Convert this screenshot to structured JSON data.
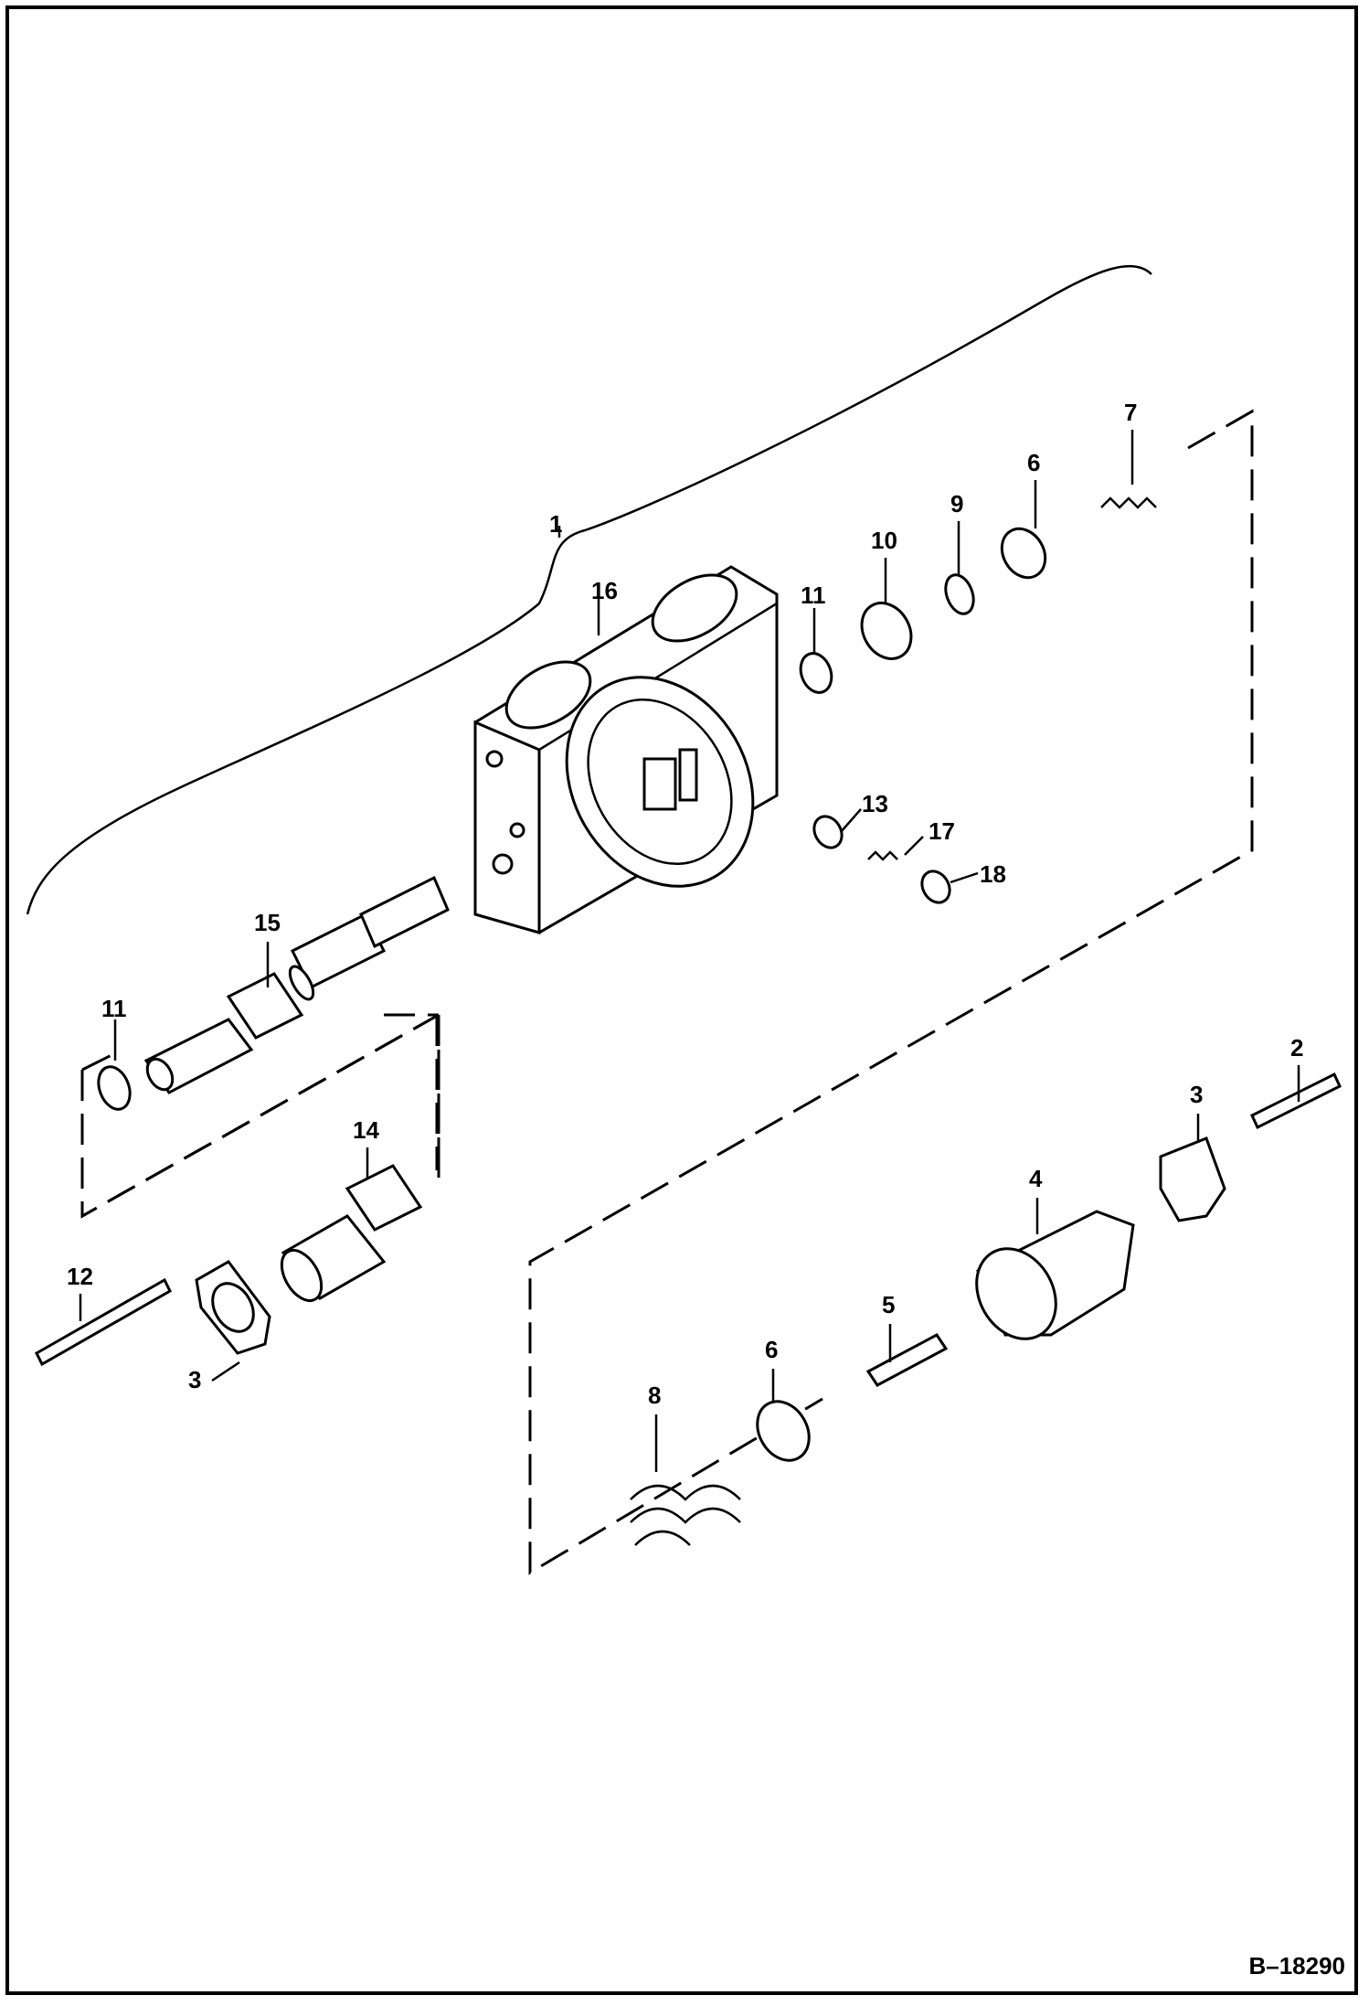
{
  "figure_id": "B–18290",
  "callouts": {
    "c1": "1",
    "c2": "2",
    "c3a": "3",
    "c3b": "3",
    "c4": "4",
    "c5": "5",
    "c6a": "6",
    "c6b": "6",
    "c7": "7",
    "c8": "8",
    "c9": "9",
    "c10": "10",
    "c11a": "11",
    "c11b": "11",
    "c12": "12",
    "c13": "13",
    "c14": "14",
    "c15": "15",
    "c16": "16",
    "c17": "17",
    "c18": "18"
  }
}
